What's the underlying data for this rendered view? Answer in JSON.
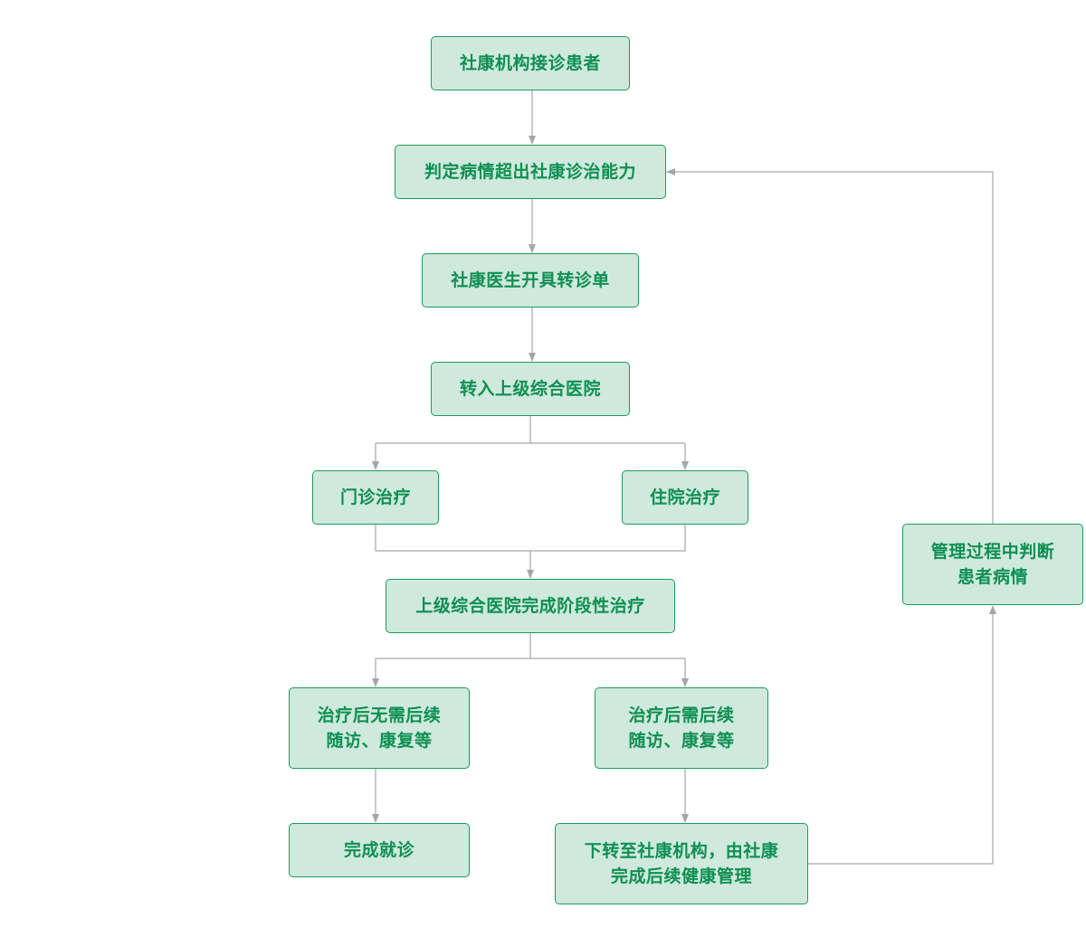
{
  "flowchart": {
    "nodes": {
      "n1": "社康机构接诊患者",
      "n2": "判定病情超出社康诊治能力",
      "n3": "社康医生开具转诊单",
      "n4": "转入上级综合医院",
      "n5": "门诊治疗",
      "n6": "住院治疗",
      "n7": "上级综合医院完成阶段性治疗",
      "n8": "治疗后无需后续\n随访、康复等",
      "n9": "治疗后需后续\n随访、康复等",
      "n10": "完成就诊",
      "n11": "下转至社康机构，由社康\n完成后续健康管理",
      "n12": "管理过程中判断\n患者病情"
    },
    "colors": {
      "node_fill": "#cfe9dd",
      "node_border": "#1f9a5c",
      "node_text": "#0e8f52",
      "connector": "#a6a6a6"
    }
  }
}
